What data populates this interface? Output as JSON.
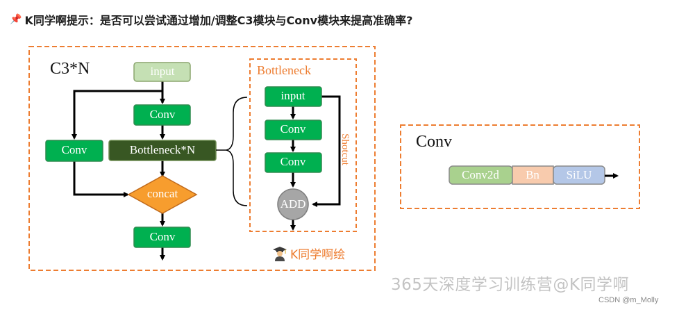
{
  "header": {
    "pin_icon": "pushpin-icon",
    "text": "K同学啊提示：是否可以尝试通过增加/调整C3模块与Conv模块来提高准确率?"
  },
  "c3": {
    "title": "C3*N",
    "input": "input",
    "conv_top": "Conv",
    "conv_side": "Conv",
    "bottleneck": "Bottleneck*N",
    "concat": "concat",
    "conv_bottom": "Conv"
  },
  "bottleneck_block": {
    "title": "Bottleneck",
    "input": "input",
    "conv1": "Conv",
    "conv2": "Conv",
    "add": "ADD",
    "shortcut": "Shotcut"
  },
  "conv_block": {
    "title": "Conv",
    "conv2d": "Conv2d",
    "bn": "Bn",
    "silu": "SiLU"
  },
  "author": {
    "icon": "graduate-icon",
    "text": "K同学啊绘"
  },
  "watermark": "365天深度学习训练营@K同学啊",
  "csdn": "CSDN @m_Molly",
  "colors": {
    "green": "#00b050",
    "light_green": "#c5e0b4",
    "dark_green": "#385723",
    "orange": "#ed7d31",
    "concat": "#f79d2e",
    "gray": "#a6a6a6",
    "conv2d": "#a9d18e",
    "bn": "#f8cbad",
    "silu": "#b4c7e7"
  }
}
